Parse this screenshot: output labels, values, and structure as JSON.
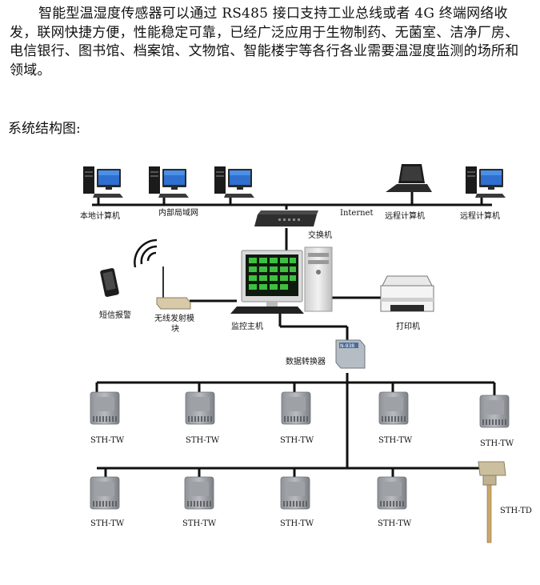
{
  "intro": {
    "paragraph": "智能型温湿度传感器可以通过 RS485 接口支持工业总线或者 4G 终端网络收发，联网快捷方便，性能稳定可靠，已经广泛应用于生物制药、无菌室、洁净厂房、电信银行、图书馆、档案馆、文物馆、智能楼宇等各行各业需要温湿度监测的场所和领域。"
  },
  "section": {
    "heading": "系统结构图:"
  },
  "diagram": {
    "labels": {
      "local_pc": "本地计算机",
      "lan": "内部局域网",
      "internet": "Internet",
      "remote_pc_1": "远程计算机",
      "remote_pc_2": "远程计算机",
      "switch": "交换机",
      "sms_alarm": "短信报警",
      "wireless_line1": "无线发射模",
      "wireless_line2": "块",
      "monitor_host": "监控主机",
      "printer": "打印机",
      "converter": "数据转换器",
      "converter_badge": "N-938"
    },
    "sensors_row1": [
      "STH-TW",
      "STH-TW",
      "STH-TW",
      "STH-TW",
      "STH-TW"
    ],
    "sensors_row2": [
      "STH-TW",
      "STH-TW",
      "STH-TW",
      "STH-TW"
    ],
    "probe_sensor": "STH-TD"
  }
}
